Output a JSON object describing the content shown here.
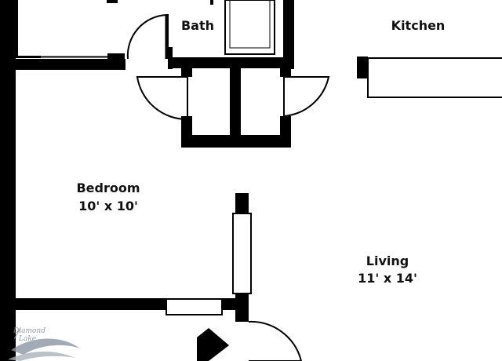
{
  "floor_plan": {
    "rooms": [
      {
        "id": "bath",
        "name": "Bath",
        "dimensions": ""
      },
      {
        "id": "kitchen",
        "name": "Kitchen",
        "dimensions": ""
      },
      {
        "id": "bedroom",
        "name": "Bedroom",
        "dimensions": "10' x 10'"
      },
      {
        "id": "living",
        "name": "Living",
        "dimensions": "11' x 14'"
      }
    ]
  },
  "logo": {
    "line1": "Diamond",
    "line2": "Lake"
  },
  "colors": {
    "wall": "#000000",
    "background": "#ffffff",
    "logo": "#7a8590"
  }
}
